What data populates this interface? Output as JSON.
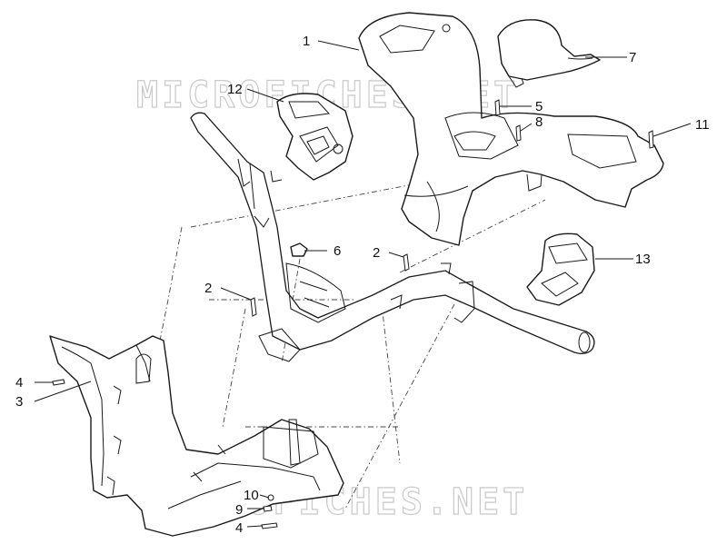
{
  "watermark": "MICROFICHES.NET",
  "callouts": {
    "c1": "1",
    "c2a": "2",
    "c2b": "2",
    "c3": "3",
    "c4a": "4",
    "c4b": "4",
    "c5": "5",
    "c6": "6",
    "c7": "7",
    "c8": "8",
    "c9": "9",
    "c10": "10",
    "c11": "11",
    "c12": "12",
    "c13": "13"
  },
  "colors": {
    "line": "#1a1a1a",
    "watermark": "#c9c9c9",
    "background": "#ffffff"
  }
}
